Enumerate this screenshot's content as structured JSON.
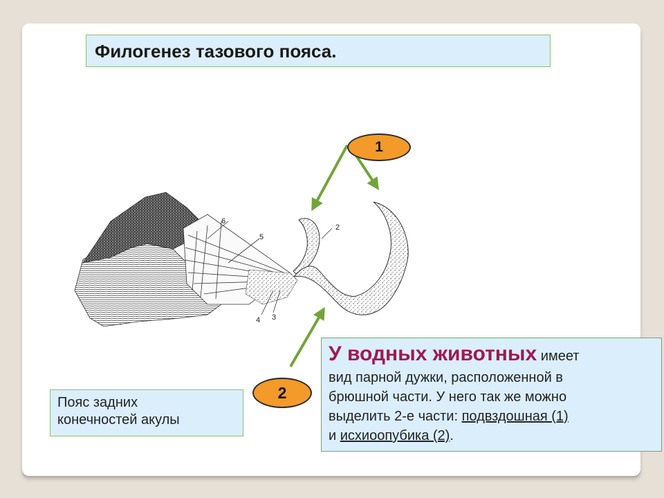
{
  "slide": {
    "title": "Филогенез тазового пояса.",
    "badges": {
      "one": "1",
      "two": "2"
    },
    "figure_labels": [
      "6",
      "5",
      "2",
      "4",
      "3",
      "-"
    ],
    "shark_caption": {
      "line1": "Пояс задних",
      "line2": "конечностей акулы"
    },
    "info": {
      "lead_prefix": "У ",
      "lead_aquatic": "водных ",
      "lead_animals": "животных",
      "text1": " имеет",
      "line2": "вид  парной дужки, расположенной в",
      "line3": "брюшной части. У него так же можно",
      "line4_prefix": "выделить 2-е части: ",
      "part1": "подвздошная (1)",
      "line5_prefix": "и ",
      "part2": "исхиоопубика (2)",
      "end": "."
    }
  },
  "colors": {
    "background": "#e6e0d6",
    "box_fill": "#dbeefc",
    "box_border": "#8fbf77",
    "badge": "#f39a2a",
    "arrow": "#73a43a",
    "lead_text": "#9e1a52"
  }
}
